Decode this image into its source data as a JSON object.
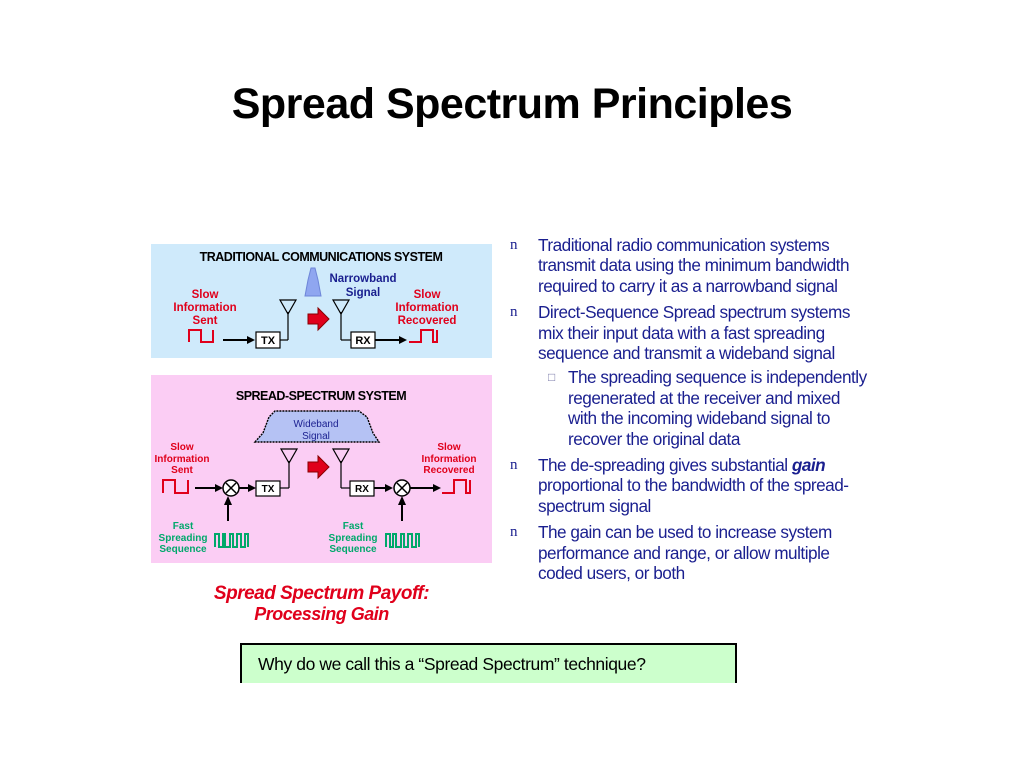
{
  "slide": {
    "title": "Spread Spectrum Principles"
  },
  "traditional": {
    "heading": "TRADITIONAL COMMUNICATIONS SYSTEM",
    "narrowband_label_1": "Narrowband",
    "narrowband_label_2": "Signal",
    "sent_1": "Slow",
    "sent_2": "Information",
    "sent_3": "Sent",
    "rec_1": "Slow",
    "rec_2": "Information",
    "rec_3": "Recovered",
    "tx": "TX",
    "rx": "RX"
  },
  "spread": {
    "heading": "SPREAD-SPECTRUM SYSTEM",
    "wideband_label_1": "Wideband",
    "wideband_label_2": "Signal",
    "sent_1": "Slow",
    "sent_2": "Information",
    "sent_3": "Sent",
    "rec_1": "Slow",
    "rec_2": "Information",
    "rec_3": "Recovered",
    "tx": "TX",
    "rx": "RX",
    "fast_left_1": "Fast",
    "fast_left_2": "Spreading",
    "fast_left_3": "Sequence",
    "fast_right_1": "Fast",
    "fast_right_2": "Spreading",
    "fast_right_3": "Sequence"
  },
  "payoff": {
    "line1": "Spread Spectrum Payoff:",
    "line2": "Processing Gain"
  },
  "bullets": {
    "marker": "n",
    "sub_marker": "□",
    "b1": "Traditional radio communication systems transmit data using the minimum bandwidth required to carry it as a narrowband signal",
    "b2": "Direct-Sequence Spread spectrum systems mix their input data with a fast spreading sequence and transmit a wideband signal",
    "b2_sub": "The spreading sequence is independently regenerated at the receiver and mixed with the incoming wideband signal to recover the original data",
    "b3_before": "The de-spreading gives substantial ",
    "b3_gain": "gain",
    "b3_after": " proportional to the bandwidth of the spread-spectrum signal",
    "b4": "The gain can be used to increase system performance and range, or allow multiple coded users, or both"
  },
  "question": {
    "text": "Why do we call this a “Spread Spectrum” technique?"
  },
  "colors": {
    "title": "#000000",
    "bullet_text": "#1a1f8f",
    "red_label": "#e0001b",
    "green_label": "#00a86b",
    "trad_panel": "#cfeafb",
    "ss_panel": "#fbcdf4",
    "question_bg": "#ccffcc"
  }
}
